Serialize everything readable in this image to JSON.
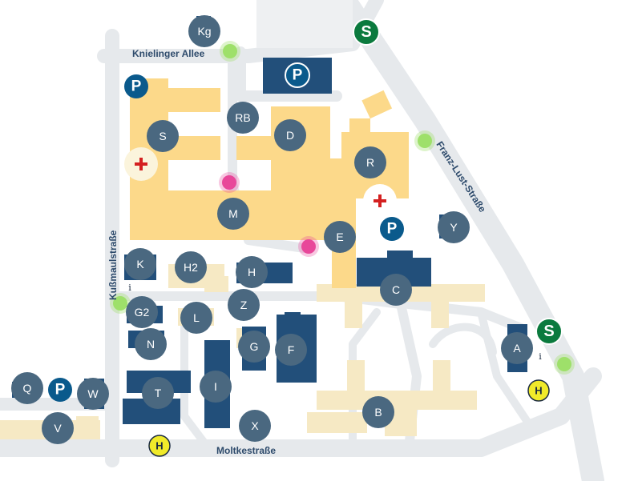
{
  "streets": {
    "knielinger_allee": "Knielinger Allee",
    "franz_lust": "Franz-Lust-Straße",
    "kussmaul": "Kußmaulstraße",
    "moltke": "Moltkestraße"
  },
  "buildings": {
    "kg": "Kg",
    "rb": "RB",
    "s": "S",
    "d": "D",
    "r": "R",
    "m": "M",
    "e": "E",
    "y": "Y",
    "k": "K",
    "h2": "H2",
    "h": "H",
    "c": "C",
    "z": "Z",
    "g2": "G2",
    "l": "L",
    "n": "N",
    "g": "G",
    "f": "F",
    "a": "A",
    "q": "Q",
    "w": "W",
    "t": "T",
    "i": "I",
    "b": "B",
    "v": "V",
    "x": "X"
  },
  "symbols": {
    "parking": "P",
    "s_bahn": "S",
    "bus_stop": "H",
    "info": "i"
  },
  "colors": {
    "road": "#e6e9ec",
    "clinic": "#fcd98a",
    "clinic_light": "#f6e9c4",
    "building_dark": "#224f7a",
    "marker": "#4a6880",
    "parking": "#0a5a8c",
    "s_bahn": "#0b7a3e",
    "bus": "#f0ea2a",
    "green_dot": "#9ee06a",
    "pink_dot": "#e8479a",
    "cross": "#d42020"
  }
}
